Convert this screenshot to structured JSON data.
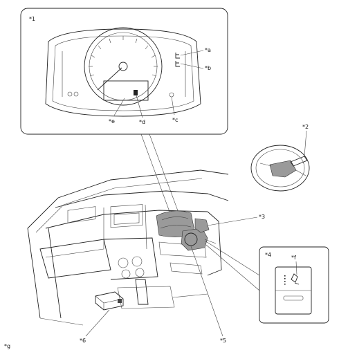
{
  "callouts": {
    "c1": "*1",
    "c2": "*2",
    "c3": "*3",
    "c4": "*4",
    "c5": "*5",
    "c6": "*6",
    "ca": "*a",
    "cb": "*b",
    "cc": "*c",
    "cd": "*d",
    "ce": "*e",
    "cf": "*f",
    "cg": "*g"
  },
  "colors": {
    "line": "#222222",
    "shade": "#9a9a9a",
    "background": "#ffffff"
  }
}
